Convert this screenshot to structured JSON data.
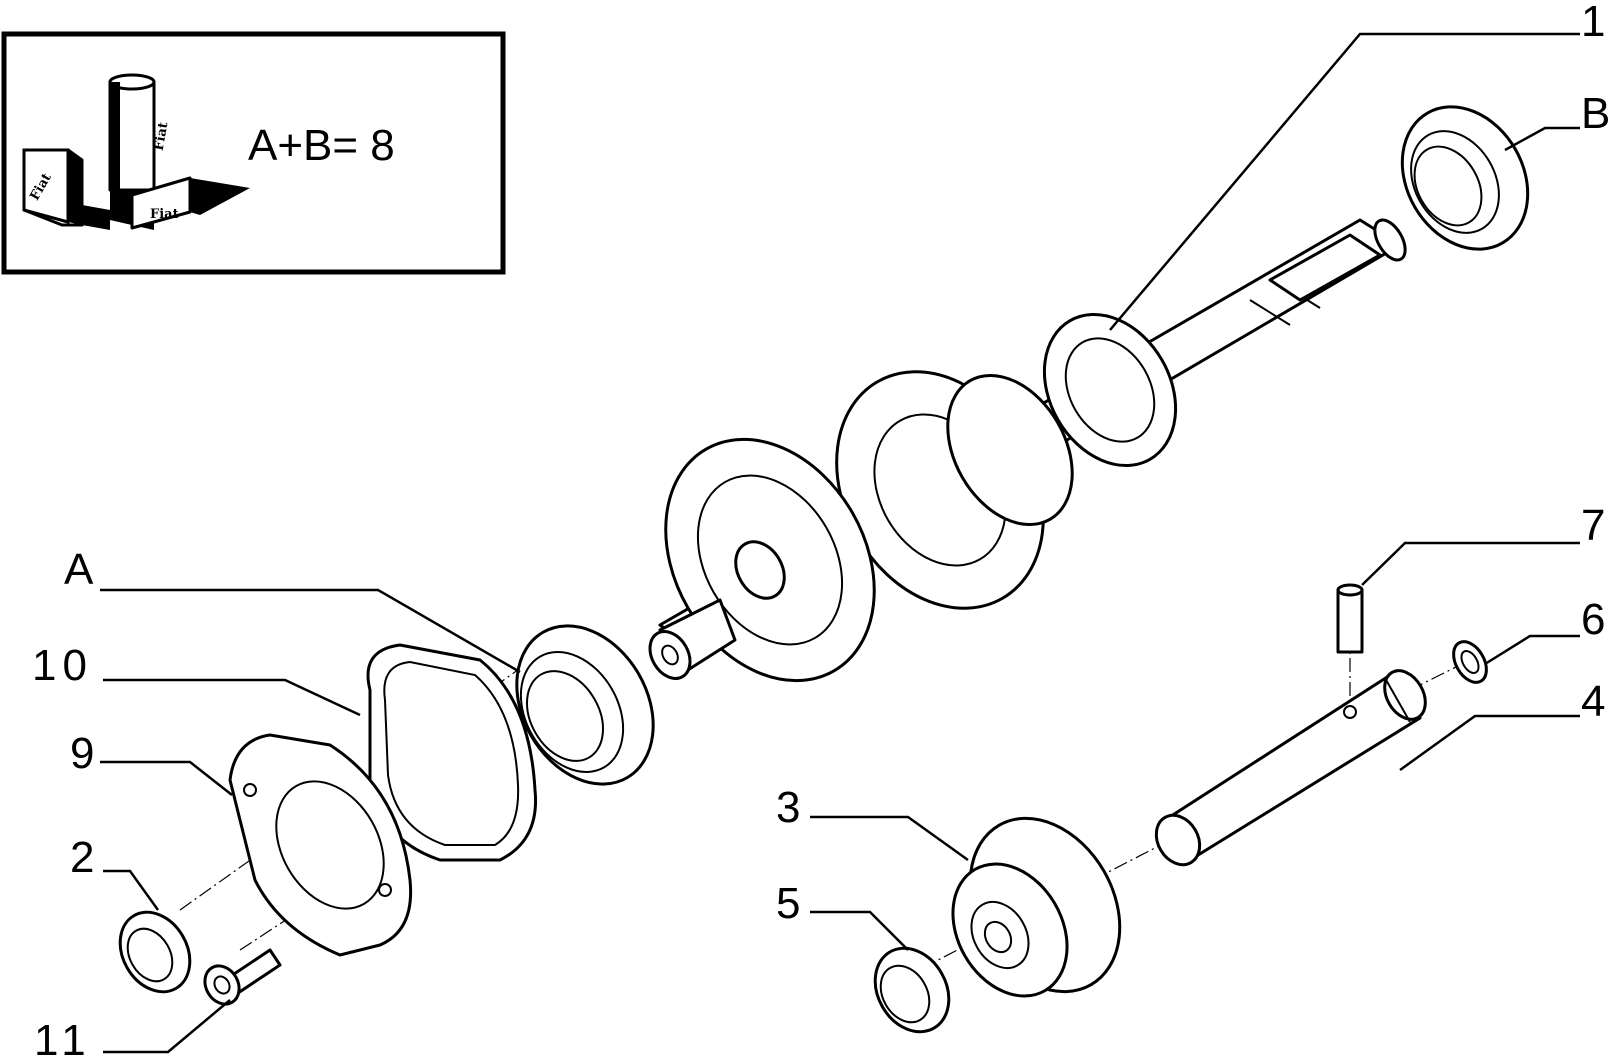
{
  "inset": {
    "formula": "A+B= 8",
    "brand_label": "Fiat"
  },
  "callouts": {
    "p1": "1",
    "pB": "B",
    "pA": "A",
    "p10": "10",
    "p9": "9",
    "p2": "2",
    "p11": "11",
    "p7": "7",
    "p6": "6",
    "p4": "4",
    "p3": "3",
    "p5": "5"
  }
}
